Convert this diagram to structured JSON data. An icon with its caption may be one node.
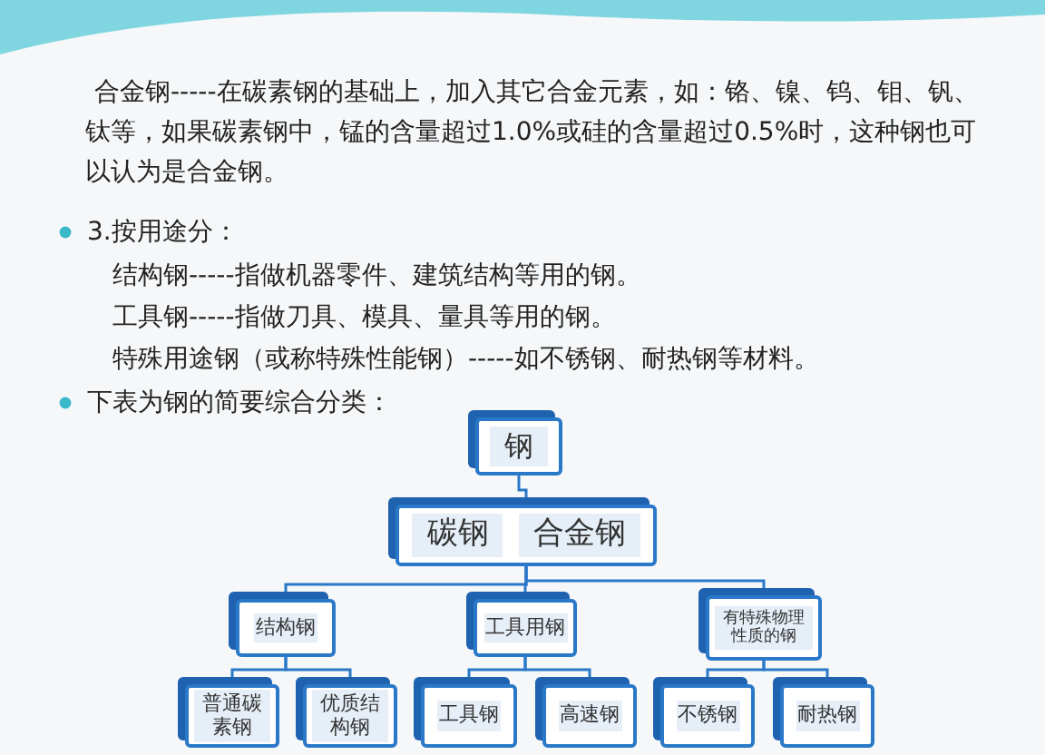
{
  "diagram": {
    "nodes": [
      {
        "text": [
          "钢"
        ]
      },
      {
        "text": [
          "碳钢",
          "合金钢"
        ]
      },
      {
        "text": [
          "结构钢"
        ]
      },
      {
        "text": [
          "工具用钢"
        ]
      },
      {
        "text": [
          "有特殊物理性质的钢"
        ]
      },
      {
        "text": [
          "普通碳素钢"
        ]
      },
      {
        "text": [
          "优质结构钢"
        ]
      },
      {
        "text": [
          "工具钢"
        ]
      },
      {
        "text": [
          "高速钢"
        ]
      },
      {
        "text": [
          "不锈钢"
        ]
      },
      {
        "text": [
          "耐热钢"
        ]
      }
    ],
    "edges": [
      {
        "from": 0,
        "to": 1,
        "arrow": "none"
      },
      {
        "from": 1,
        "to": 2,
        "arrow": "none"
      },
      {
        "from": 1,
        "to": 3,
        "arrow": "none"
      },
      {
        "from": 1,
        "to": 4,
        "arrow": "none"
      },
      {
        "from": 2,
        "to": 5,
        "arrow": "none"
      },
      {
        "from": 2,
        "to": 6,
        "arrow": "none"
      },
      {
        "from": 3,
        "to": 7,
        "arrow": "none"
      },
      {
        "from": 3,
        "to": 8,
        "arrow": "none"
      },
      {
        "from": 4,
        "to": 9,
        "arrow": "none"
      },
      {
        "from": 4,
        "to": 10,
        "arrow": "none"
      }
    ],
    "labels": [
      "合金钢-----在碳素钢的基础上，加入其它合金元素，如：铬、镍、钨、钼、钒、钛等，如果碳素钢中，锰的含量超过1.0%或硅的含量超过0.5%时，这种钢也可以认为是合金钢。",
      "3.按用途分：",
      "结构钢-----指做机器零件、建筑结构等用的钢。",
      "工具钢-----指做刀具、模具、量具等用的钢。",
      "特殊用途钢（或称特殊性能钢）-----如不锈钢、耐热钢等材料。",
      "下表为钢的简要综合分类："
    ]
  }
}
